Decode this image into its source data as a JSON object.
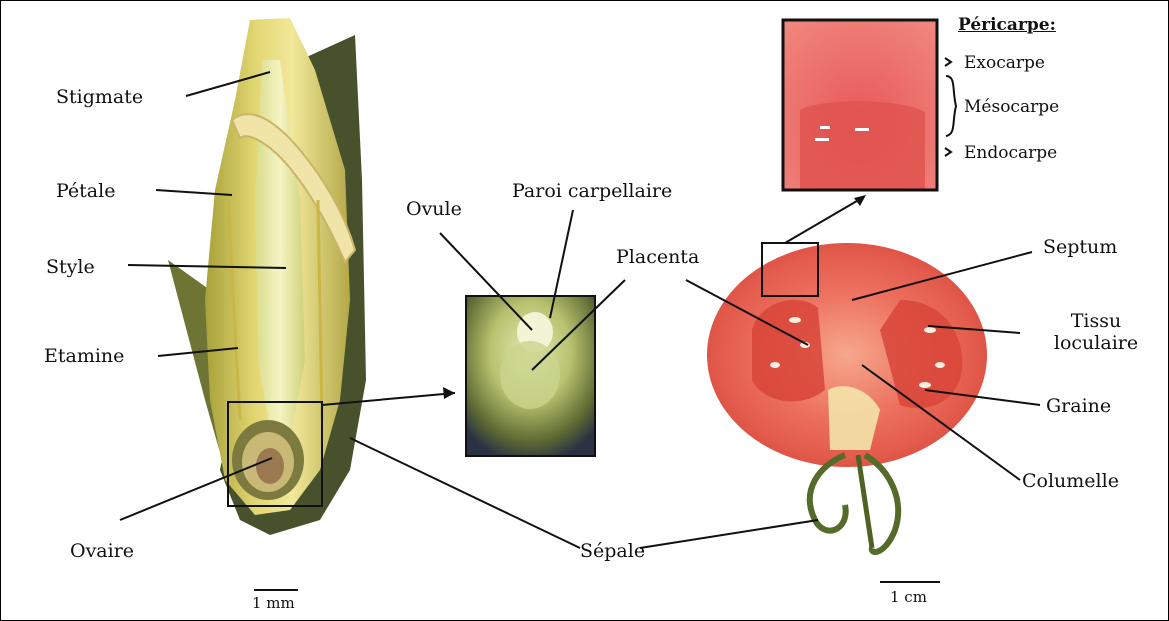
{
  "flower": {
    "labels": {
      "stigmate": "Stigmate",
      "petale": "Pétale",
      "style": "Style",
      "etamine": "Etamine",
      "ovaire": "Ovaire"
    },
    "scale": "1 mm"
  },
  "ovary_zoom": {
    "labels": {
      "ovule": "Ovule",
      "paroi": "Paroi carpellaire"
    }
  },
  "shared": {
    "placenta": "Placenta",
    "sepale": "Sépale"
  },
  "fruit": {
    "labels": {
      "septum": "Septum",
      "tissu_line1": "Tissu",
      "tissu_line2": "loculaire",
      "graine": "Graine",
      "columelle": "Columelle"
    },
    "scale": "1 cm"
  },
  "pericarp_zoom": {
    "title": "Péricarpe:",
    "layers": [
      "Exocarpe",
      "Mésocarpe",
      "Endocarpe"
    ]
  }
}
